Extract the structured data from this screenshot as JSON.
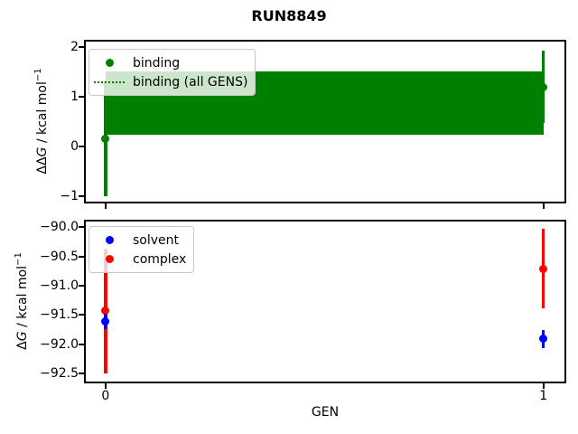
{
  "figure": {
    "title": "RUN8849",
    "background": "#ffffff"
  },
  "chart_data": [
    {
      "type": "scatter",
      "subplot": "top",
      "title": "",
      "xlabel": "",
      "ylabel": "ΔΔG / kcal mol⁻¹",
      "ylabel_parts": {
        "delta": "ΔΔ",
        "g": "G",
        "rest": " / kcal mol",
        "sup": "−1"
      },
      "xlim": [
        -0.045,
        1.048
      ],
      "ylim": [
        -1.11,
        2.11
      ],
      "grid": false,
      "legend_position": "upper-left",
      "yticks": [
        {
          "value": 2,
          "label": "2"
        },
        {
          "value": 1,
          "label": "1"
        },
        {
          "value": 0,
          "label": "0"
        },
        {
          "value": -1,
          "label": "−1"
        }
      ],
      "xticks": [
        {
          "value": 0,
          "label": "0"
        },
        {
          "value": 1,
          "label": "1"
        }
      ],
      "show_xtick_labels": false,
      "series": [
        {
          "name": "binding",
          "type": "errorbar-scatter",
          "color": "#008000",
          "x": [
            0,
            1
          ],
          "y": [
            0.16,
            1.2
          ],
          "yerr_low": [
            -1.0,
            0.47
          ],
          "yerr_high": [
            1.33,
            1.93
          ]
        },
        {
          "name": "binding (all GENS)",
          "type": "band",
          "color": "#008000",
          "line_style": "dotted",
          "x": [
            0,
            1
          ],
          "band_low": 0.23,
          "band_high": 1.51
        }
      ]
    },
    {
      "type": "scatter",
      "subplot": "bottom",
      "title": "",
      "xlabel": "GEN",
      "ylabel": "ΔG / kcal mol⁻¹",
      "ylabel_parts": {
        "delta": "Δ",
        "g": "G",
        "rest": " / kcal mol",
        "sup": "−1"
      },
      "xlim": [
        -0.045,
        1.048
      ],
      "ylim": [
        -92.64,
        -89.9
      ],
      "grid": false,
      "legend_position": "upper-left",
      "yticks": [
        {
          "value": -90.0,
          "label": "−90.0"
        },
        {
          "value": -90.5,
          "label": "−90.5"
        },
        {
          "value": -91.0,
          "label": "−91.0"
        },
        {
          "value": -91.5,
          "label": "−91.5"
        },
        {
          "value": -92.0,
          "label": "−92.0"
        },
        {
          "value": -92.5,
          "label": "−92.5"
        }
      ],
      "xticks": [
        {
          "value": 0,
          "label": "0"
        },
        {
          "value": 1,
          "label": "1"
        }
      ],
      "show_xtick_labels": true,
      "series": [
        {
          "name": "solvent",
          "type": "errorbar-scatter",
          "color": "#0000ff",
          "x": [
            0,
            1
          ],
          "y": [
            -91.61,
            -91.91
          ],
          "yerr_low": [
            -91.74,
            -92.07
          ],
          "yerr_high": [
            -91.48,
            -91.76
          ]
        },
        {
          "name": "complex",
          "type": "errorbar-scatter",
          "color": "#ff0000",
          "x": [
            0,
            1
          ],
          "y": [
            -91.43,
            -90.72
          ],
          "yerr_low": [
            -92.5,
            -91.39
          ],
          "yerr_high": [
            -90.36,
            -90.02
          ]
        }
      ]
    }
  ]
}
